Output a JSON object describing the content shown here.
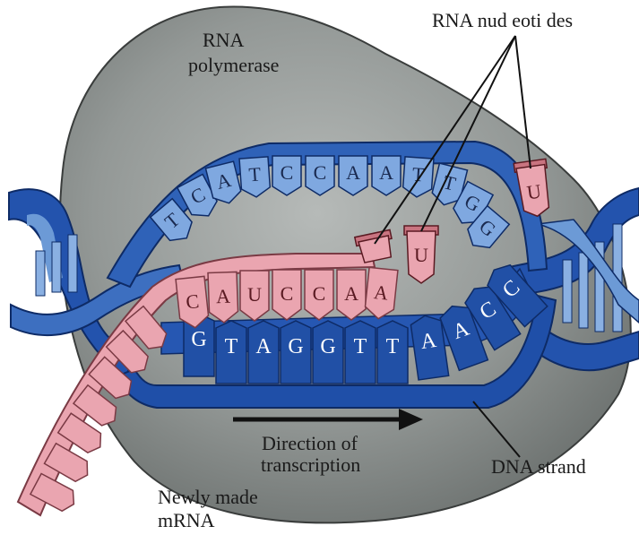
{
  "labels": {
    "enzyme": [
      "RNA",
      "polymerase"
    ],
    "nucleotides": "RNA nud eoti des",
    "direction": [
      "Direction of",
      "transcription"
    ],
    "dna_strand": "DNA strand",
    "mrna": [
      "Newly made",
      "mRNA"
    ]
  },
  "bases": {
    "template_strand": [
      "G",
      "T",
      "A",
      "G",
      "G",
      "T",
      "T",
      "A",
      "A",
      "C",
      "C"
    ],
    "coding_strand": [
      "T",
      "C",
      "A",
      "T",
      "C",
      "C",
      "A",
      "A",
      "T",
      "T",
      "G",
      "G"
    ],
    "mrna": [
      "C",
      "A",
      "U",
      "C",
      "C",
      "A",
      "A"
    ],
    "free_nucleotides": [
      "U",
      "U"
    ]
  },
  "colors": {
    "polymerase": "#8e9493",
    "dna_dark": "#2050a8",
    "dna_light": "#6c9ad6",
    "rna": "#eaa5b0",
    "rna_dark": "#c97480"
  }
}
